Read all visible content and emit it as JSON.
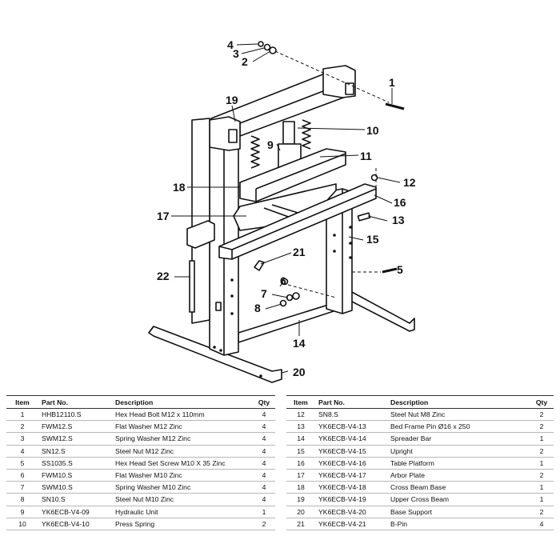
{
  "callouts": [
    "1",
    "2",
    "3",
    "4",
    "5",
    "6",
    "7",
    "8",
    "9",
    "10",
    "11",
    "12",
    "13",
    "14",
    "15",
    "16",
    "17",
    "18",
    "19",
    "20",
    "21",
    "22"
  ],
  "table_headers": {
    "item": "Item",
    "part_no": "Part No.",
    "description": "Description",
    "qty": "Qty"
  },
  "left_rows": [
    {
      "item": "1",
      "part_no": "HHB12110.S",
      "description": "Hex Head Bolt M12 x 110mm",
      "qty": "4"
    },
    {
      "item": "2",
      "part_no": "FWM12.S",
      "description": "Flat Washer M12 Zinc",
      "qty": "4"
    },
    {
      "item": "3",
      "part_no": "SWM12.S",
      "description": "Spring Washer M12 Zinc",
      "qty": "4"
    },
    {
      "item": "4",
      "part_no": "SN12.S",
      "description": "Steel Nut M12 Zinc",
      "qty": "4"
    },
    {
      "item": "5",
      "part_no": "SS1035.S",
      "description": "Hex Head Set Screw M10 X 35 Zinc",
      "qty": "4"
    },
    {
      "item": "6",
      "part_no": "FWM10.S",
      "description": "Flat Washer M10 Zinc",
      "qty": "4"
    },
    {
      "item": "7",
      "part_no": "SWM10.S",
      "description": "Spring Washer M10 Zinc",
      "qty": "4"
    },
    {
      "item": "8",
      "part_no": "SN10.S",
      "description": "Steel Nut M10 Zinc",
      "qty": "4"
    },
    {
      "item": "9",
      "part_no": "YK6ECB-V4-09",
      "description": "Hydraulic Unit",
      "qty": "1"
    },
    {
      "item": "10",
      "part_no": "YK6ECB-V4-10",
      "description": "Press Spring",
      "qty": "2"
    }
  ],
  "right_rows": [
    {
      "item": "12",
      "part_no": "SN8.S",
      "description": "Steel Nut M8 Zinc",
      "qty": "2"
    },
    {
      "item": "13",
      "part_no": "YK6ECB-V4-13",
      "description": "Bed Frame Pin Ø16 x 250",
      "qty": "2"
    },
    {
      "item": "14",
      "part_no": "YK6ECB-V4-14",
      "description": "Spreader Bar",
      "qty": "1"
    },
    {
      "item": "15",
      "part_no": "YK6ECB-V4-15",
      "description": "Upright",
      "qty": "2"
    },
    {
      "item": "16",
      "part_no": "YK6ECB-V4-16",
      "description": "Table Platform",
      "qty": "1"
    },
    {
      "item": "17",
      "part_no": "YK6ECB-V4-17",
      "description": "Arbor Plate",
      "qty": "2"
    },
    {
      "item": "18",
      "part_no": "YK6ECB-V4-18",
      "description": "Cross Beam Base",
      "qty": "1"
    },
    {
      "item": "19",
      "part_no": "YK6ECB-V4-19",
      "description": "Upper Cross Beam",
      "qty": "1"
    },
    {
      "item": "20",
      "part_no": "YK6ECB-V4-20",
      "description": "Base Support",
      "qty": "2"
    },
    {
      "item": "21",
      "part_no": "YK6ECB-V4-21",
      "description": "B-Pin",
      "qty": "4"
    }
  ]
}
